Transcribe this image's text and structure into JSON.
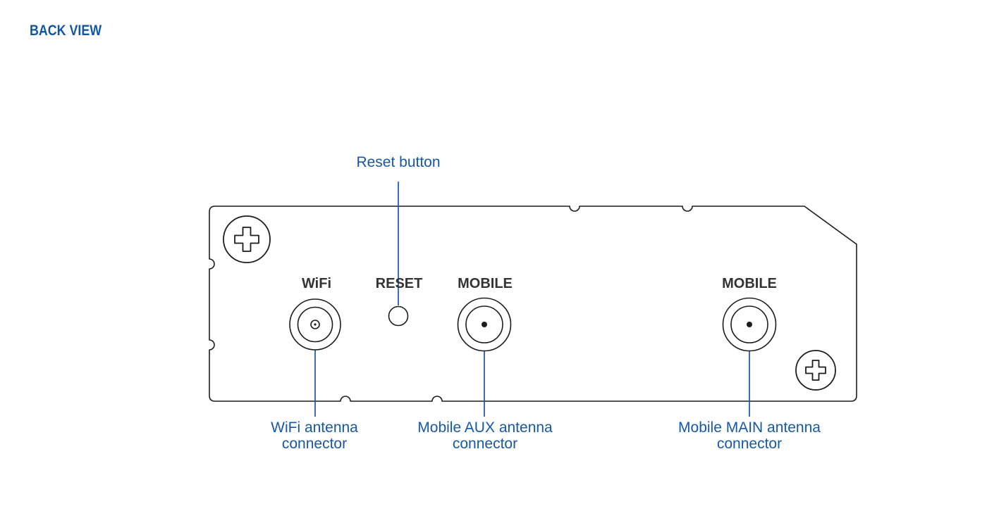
{
  "title": "BACK VIEW",
  "colors": {
    "accent_blue": "#1658a7",
    "title_blue": "#1456a2",
    "outline": "#1c1c1c",
    "label_dark": "#333333"
  },
  "panel_labels": {
    "wifi": "WiFi",
    "reset": "RESET",
    "mobile_aux": "MOBILE",
    "mobile_main": "MOBILE"
  },
  "callouts": {
    "reset": "Reset button",
    "wifi": {
      "line1": "WiFi antenna",
      "line2": "connector"
    },
    "mobile_aux": {
      "line1": "Mobile AUX antenna",
      "line2": "connector"
    },
    "mobile_main": {
      "line1": "Mobile MAIN antenna",
      "line2": "connector"
    }
  }
}
